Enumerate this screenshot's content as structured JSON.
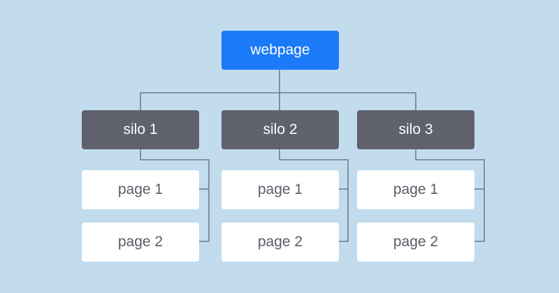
{
  "diagram": {
    "root": {
      "label": "webpage"
    },
    "silos": [
      {
        "label": "silo 1",
        "pages": [
          {
            "label": "page 1"
          },
          {
            "label": "page 2"
          }
        ]
      },
      {
        "label": "silo 2",
        "pages": [
          {
            "label": "page 1"
          },
          {
            "label": "page 2"
          }
        ]
      },
      {
        "label": "silo 3",
        "pages": [
          {
            "label": "page 1"
          },
          {
            "label": "page 2"
          }
        ]
      }
    ]
  },
  "colors": {
    "background": "#c2dcee",
    "root_fill": "#1a7af8",
    "silo_fill": "#5f616d",
    "page_fill": "#ffffff",
    "connector": "#5f6675"
  }
}
